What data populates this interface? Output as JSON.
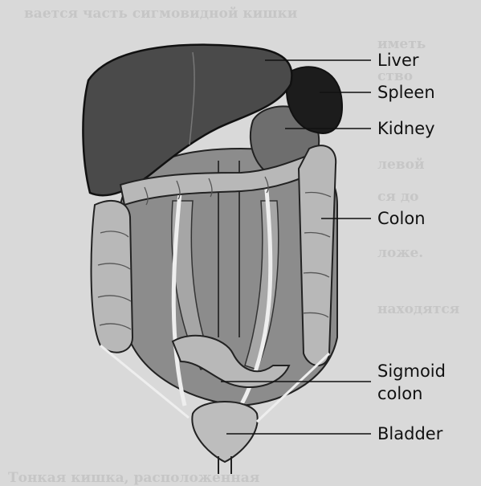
{
  "labels": {
    "liver": "Liver",
    "spleen": "Spleen",
    "kidney": "Kidney",
    "colon": "Colon",
    "sigmoid_line1": "Sigmoid",
    "sigmoid_line2": "colon",
    "bladder": "Bladder"
  },
  "colors": {
    "background": "#d9d9d9",
    "liver": "#4a4a4a",
    "spleen": "#1c1c1c",
    "kidney": "#6e6e6e",
    "colon": "#b8b8b8",
    "outline": "#222222"
  }
}
